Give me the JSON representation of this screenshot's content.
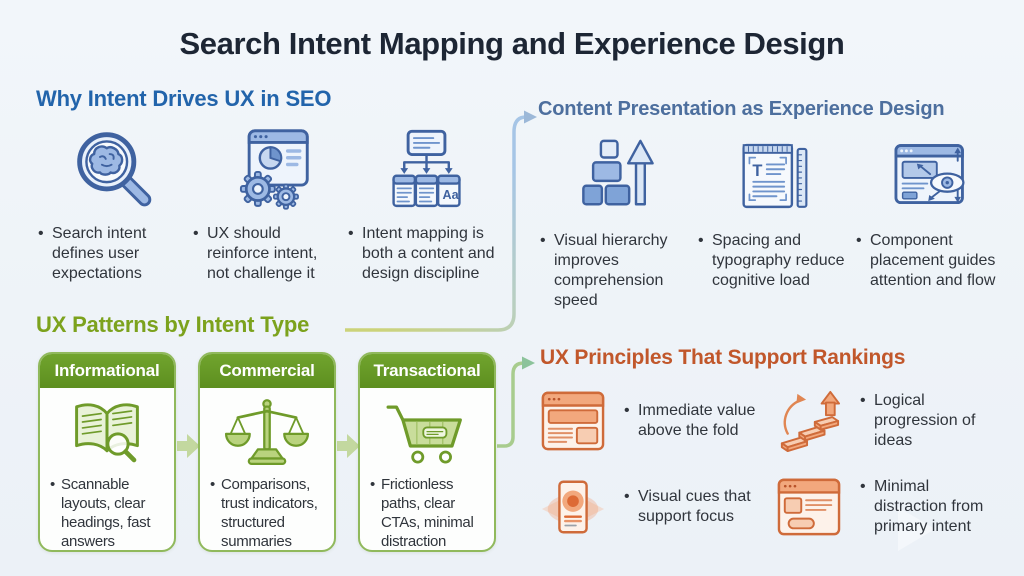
{
  "title": "Search Intent Mapping and Experience Design",
  "sections": {
    "why_intent": {
      "heading": "Why Intent Drives UX in SEO",
      "items": [
        {
          "icon": "brain-magnifier-icon",
          "text": "Search intent defines user expectations"
        },
        {
          "icon": "gears-browser-icon",
          "text": "UX should reinforce intent, not challenge it"
        },
        {
          "icon": "intent-map-icon",
          "text": "Intent mapping is both a content and design discipline"
        }
      ]
    },
    "content_presentation": {
      "heading": "Content Presentation as Experience Design",
      "items": [
        {
          "icon": "hierarchy-blocks-icon",
          "text": "Visual hierarchy improves comprehension speed"
        },
        {
          "icon": "typography-ruler-icon",
          "text": "Spacing and typography reduce cognitive load"
        },
        {
          "icon": "component-flow-icon",
          "text": "Component placement guides attention and flow"
        }
      ]
    },
    "ux_patterns": {
      "heading": "UX Patterns by Intent Type",
      "cards": [
        {
          "label": "Informational",
          "icon": "book-magnifier-icon",
          "text": "Scannable layouts, clear headings, fast answers"
        },
        {
          "label": "Commercial",
          "icon": "scales-icon",
          "text": "Comparisons, trust indicators, structured summaries"
        },
        {
          "label": "Transactional",
          "icon": "shopping-cart-icon",
          "text": "Frictionless paths, clear CTAs, minimal distraction"
        }
      ]
    },
    "ux_principles": {
      "heading": "UX Principles That Support Rankings",
      "items": [
        {
          "icon": "above-fold-icon",
          "text": "Immediate value above the fold"
        },
        {
          "icon": "progression-steps-icon",
          "text": "Logical progression of ideas"
        },
        {
          "icon": "focus-cues-icon",
          "text": "Visual cues that support focus"
        },
        {
          "icon": "minimal-distraction-icon",
          "text": "Minimal distraction from primary intent"
        }
      ]
    }
  },
  "colors": {
    "background": "#eef3f8",
    "title_text": "#1d2634",
    "blue_heading": "#2264ab",
    "slate_heading": "#4d6f9e",
    "green_heading": "#7ca21d",
    "orange_heading": "#c1572b",
    "card_header_green": "#5d8f1f",
    "card_border_green": "#90b95c",
    "body_text": "#30353c",
    "icon_blue": "#3f62a0",
    "icon_green": "#6f9b2a",
    "icon_orange": "#cf6b3a",
    "connector_blue": "#a6c5e6",
    "connector_green": "#a8cc8e"
  }
}
